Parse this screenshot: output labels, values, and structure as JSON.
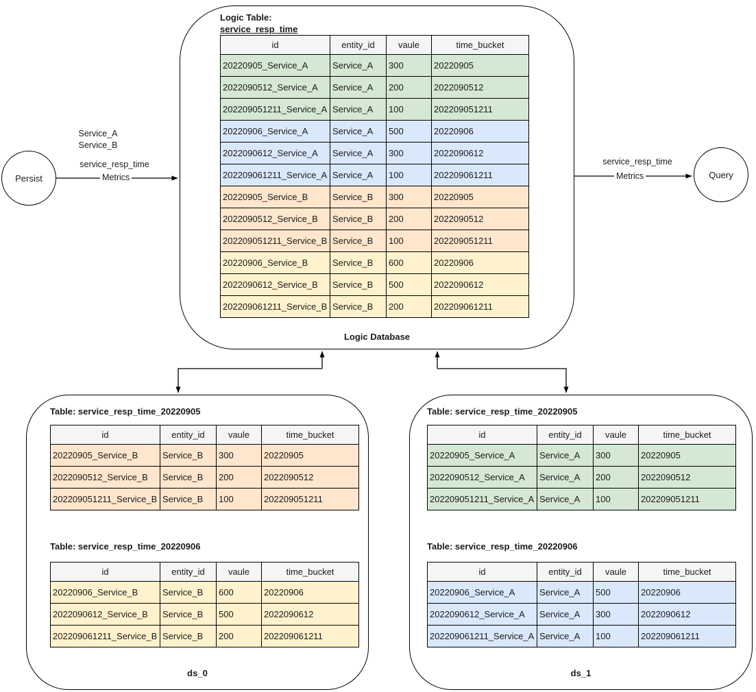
{
  "palette": {
    "green": "#d5e8d4",
    "blue": "#dae8fc",
    "orange": "#ffe6cc",
    "yellow": "#fff2cc",
    "header": "#f5f5f5",
    "line": "#000000"
  },
  "persist_node": {
    "label": "Persist"
  },
  "query_node": {
    "label": "Query"
  },
  "persist_edge": {
    "service_line1": "Service_A",
    "service_line2": "Service_B",
    "metric_name": "service_resp_time",
    "label": "Metrics"
  },
  "query_edge": {
    "metric_name": "service_resp_time",
    "label": "Metrics"
  },
  "logic_db": {
    "title_line1": "Logic Table:",
    "title_line2": "service_resp_time",
    "caption": "Logic Database",
    "table": {
      "headers": [
        "id",
        "entity_id",
        "vaule",
        "time_bucket"
      ],
      "rows": [
        {
          "cells": [
            "20220905_Service_A",
            "Service_A",
            "300",
            "20220905"
          ],
          "color": "green"
        },
        {
          "cells": [
            "2022090512_Service_A",
            "Service_A",
            "200",
            "2022090512"
          ],
          "color": "green"
        },
        {
          "cells": [
            "202209051211_Service_A",
            "Service_A",
            "100",
            "202209051211"
          ],
          "color": "green"
        },
        {
          "cells": [
            "20220906_Service_A",
            "Service_A",
            "500",
            "20220906"
          ],
          "color": "blue"
        },
        {
          "cells": [
            "2022090612_Service_A",
            "Service_A",
            "300",
            "2022090612"
          ],
          "color": "blue"
        },
        {
          "cells": [
            "202209061211_Service_A",
            "Service_A",
            "100",
            "202209061211"
          ],
          "color": "blue"
        },
        {
          "cells": [
            "20220905_Service_B",
            "Service_B",
            "300",
            "20220905"
          ],
          "color": "orange"
        },
        {
          "cells": [
            "2022090512_Service_B",
            "Service_B",
            "200",
            "2022090512"
          ],
          "color": "orange"
        },
        {
          "cells": [
            "202209051211_Service_B",
            "Service_B",
            "100",
            "202209051211"
          ],
          "color": "orange"
        },
        {
          "cells": [
            "20220906_Service_B",
            "Service_B",
            "600",
            "20220906"
          ],
          "color": "yellow"
        },
        {
          "cells": [
            "2022090612_Service_B",
            "Service_B",
            "500",
            "2022090612"
          ],
          "color": "yellow"
        },
        {
          "cells": [
            "202209061211_Service_B",
            "Service_B",
            "200",
            "202209061211"
          ],
          "color": "yellow"
        }
      ]
    }
  },
  "ds0": {
    "caption": "ds_0",
    "tables": [
      {
        "title": "Table: service_resp_time_20220905",
        "headers": [
          "id",
          "entity_id",
          "vaule",
          "time_bucket"
        ],
        "rows": [
          {
            "cells": [
              "20220905_Service_B",
              "Service_B",
              "300",
              "20220905"
            ],
            "color": "orange"
          },
          {
            "cells": [
              "2022090512_Service_B",
              "Service_B",
              "200",
              "2022090512"
            ],
            "color": "orange"
          },
          {
            "cells": [
              "202209051211_Service_B",
              "Service_B",
              "100",
              "202209051211"
            ],
            "color": "orange"
          }
        ]
      },
      {
        "title": "Table: service_resp_time_20220906",
        "headers": [
          "id",
          "entity_id",
          "vaule",
          "time_bucket"
        ],
        "rows": [
          {
            "cells": [
              "20220906_Service_B",
              "Service_B",
              "600",
              "20220906"
            ],
            "color": "yellow"
          },
          {
            "cells": [
              "2022090612_Service_B",
              "Service_B",
              "500",
              "2022090612"
            ],
            "color": "yellow"
          },
          {
            "cells": [
              "202209061211_Service_B",
              "Service_B",
              "200",
              "202209061211"
            ],
            "color": "yellow"
          }
        ]
      }
    ]
  },
  "ds1": {
    "caption": "ds_1",
    "tables": [
      {
        "title": "Table: service_resp_time_20220905",
        "headers": [
          "id",
          "entity_id",
          "vaule",
          "time_bucket"
        ],
        "rows": [
          {
            "cells": [
              "20220905_Service_A",
              "Service_A",
              "300",
              "20220905"
            ],
            "color": "green"
          },
          {
            "cells": [
              "2022090512_Service_A",
              "Service_A",
              "200",
              "2022090512"
            ],
            "color": "green"
          },
          {
            "cells": [
              "202209051211_Service_A",
              "Service_A",
              "100",
              "202209051211"
            ],
            "color": "green"
          }
        ]
      },
      {
        "title": "Table: service_resp_time_20220906",
        "headers": [
          "id",
          "entity_id",
          "vaule",
          "time_bucket"
        ],
        "rows": [
          {
            "cells": [
              "20220906_Service_A",
              "Service_A",
              "500",
              "20220906"
            ],
            "color": "blue"
          },
          {
            "cells": [
              "2022090612_Service_A",
              "Service_A",
              "300",
              "2022090612"
            ],
            "color": "blue"
          },
          {
            "cells": [
              "202209061211_Service_A",
              "Service_A",
              "100",
              "202209061211"
            ],
            "color": "blue"
          }
        ]
      }
    ]
  }
}
